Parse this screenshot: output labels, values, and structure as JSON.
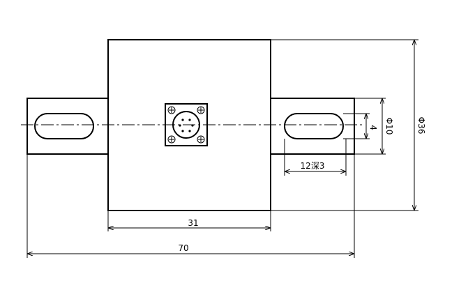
{
  "drawing": {
    "dimensions": {
      "body_width": "31",
      "total_length": "70",
      "slot_length": "12深3",
      "slot_width": "4",
      "flange_height": "Φ10",
      "body_height": "Φ36"
    }
  }
}
